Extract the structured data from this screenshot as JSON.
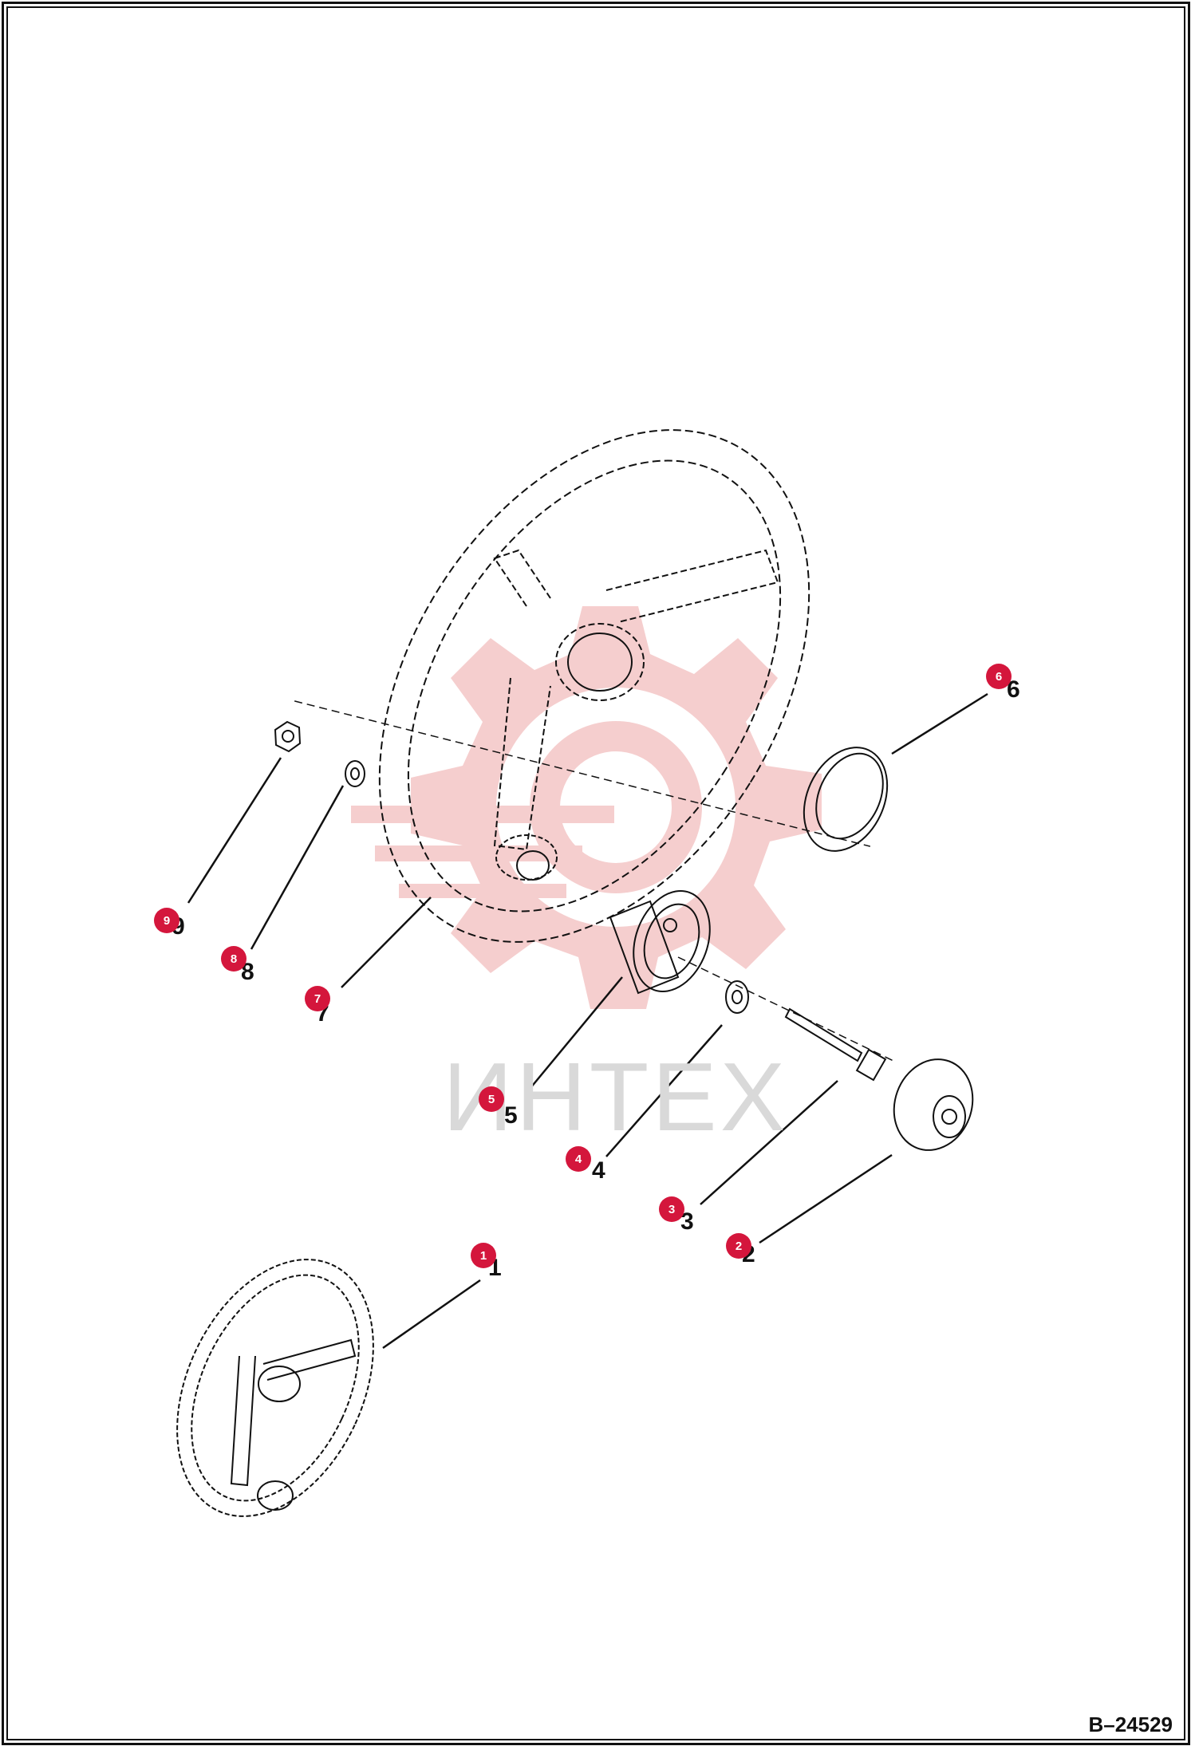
{
  "watermark": {
    "text": "ИНТЕХ"
  },
  "document_code": "B–24529",
  "parts": [
    {
      "label": "1",
      "marker": "1"
    },
    {
      "label": "2",
      "marker": "2"
    },
    {
      "label": "3",
      "marker": "3"
    },
    {
      "label": "4",
      "marker": "4"
    },
    {
      "label": "5",
      "marker": "5"
    },
    {
      "label": "6",
      "marker": "6"
    },
    {
      "label": "7",
      "marker": "7"
    },
    {
      "label": "8",
      "marker": "8"
    },
    {
      "label": "9",
      "marker": "9"
    }
  ],
  "colors": {
    "marker": "#d4163c",
    "watermark": "#f4c6c6",
    "line": "#111111"
  }
}
